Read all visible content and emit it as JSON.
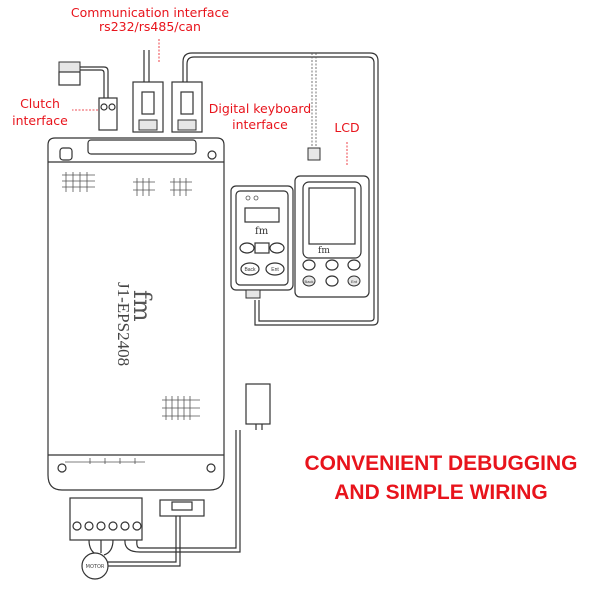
{
  "labels": {
    "communication_line1": "Communication interface",
    "communication_line2": "rs232/rs485/can",
    "clutch_line1": "Clutch",
    "clutch_line2": "interface",
    "keyboard_line1": "Digital keyboard",
    "keyboard_line2": "interface",
    "lcd": "LCD"
  },
  "headline": {
    "line1": "CONVENIENT DEBUGGING",
    "line2": "AND SIMPLE WIRING"
  },
  "controller": {
    "model": "J1-EPS2408",
    "logo": "fm"
  },
  "keypad": {
    "logo": "fm",
    "back_label": "Back",
    "enter_label": "Ent"
  },
  "lcd_panel": {
    "logo": "fm",
    "back_label": "Back",
    "enter_label": "Ent"
  },
  "motor": {
    "label": "MOTOR"
  },
  "colors": {
    "accent": "#e8141c",
    "line": "#333333"
  }
}
